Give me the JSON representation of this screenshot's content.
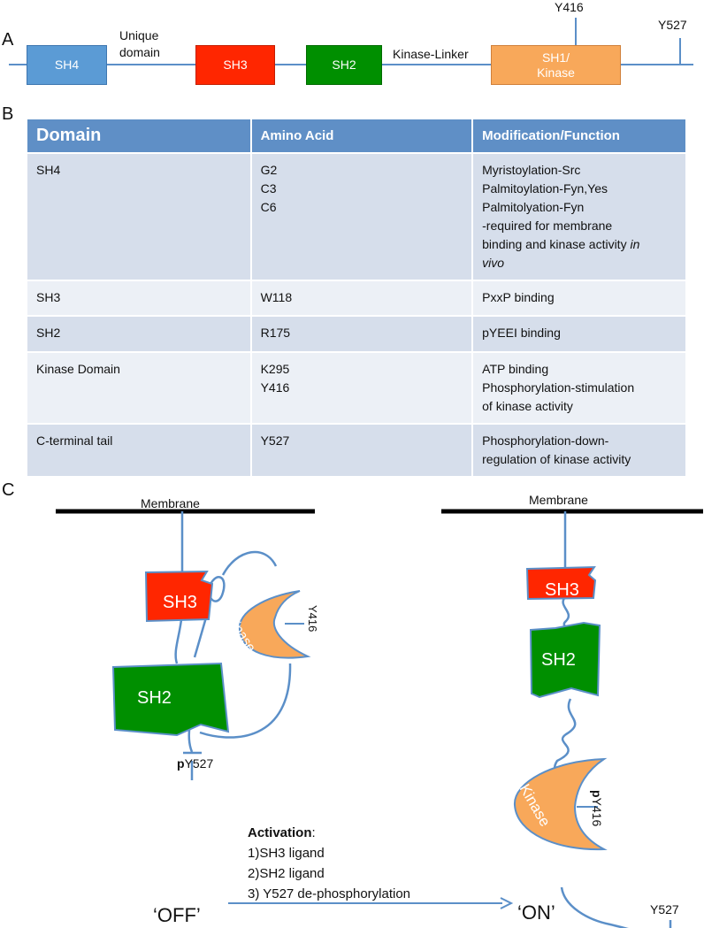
{
  "panel_a": {
    "letter": "A",
    "domains": {
      "sh4": "SH4",
      "sh3": "SH3",
      "sh2": "SH2",
      "sh1_l1": "SH1/",
      "sh1_l2": "Kinase"
    },
    "linker_labels": {
      "unique_l1": "Unique",
      "unique_l2": "domain",
      "kinase_linker": "Kinase-Linker"
    },
    "sites": {
      "y416": "Y416",
      "y527": "Y527"
    }
  },
  "panel_b": {
    "letter": "B",
    "headers": [
      "Domain",
      "Amino Acid",
      "Modification/Function"
    ],
    "rows": [
      {
        "domain": "SH4",
        "amino_acids": [
          "G2",
          "C3",
          "C6"
        ],
        "functions": [
          "Myristoylation-Src",
          "Palmitoylation-Fyn,Yes",
          "Palmitolyation-Fyn",
          "-required for membrane",
          "binding and kinase activity",
          "in",
          "vivo"
        ]
      },
      {
        "domain": "SH3",
        "amino_acids": [
          "W118"
        ],
        "functions": [
          "PxxP binding"
        ]
      },
      {
        "domain": "SH2",
        "amino_acids": [
          "R175"
        ],
        "functions": [
          "pYEEI binding"
        ]
      },
      {
        "domain": "Kinase Domain",
        "amino_acids": [
          "K295",
          "Y416"
        ],
        "functions": [
          "ATP binding",
          "Phosphorylation-stimulation",
          "of kinase activity"
        ]
      },
      {
        "domain": "C-terminal tail",
        "amino_acids": [
          "Y527"
        ],
        "functions": [
          "Phosphorylation-down-",
          "regulation of kinase activity"
        ]
      }
    ]
  },
  "panel_c": {
    "letter": "C",
    "off": {
      "membrane": "Membrane",
      "sh3": "SH3",
      "sh2": "SH2",
      "kinase": "Kinase",
      "y416": "Y416",
      "p": "p",
      "y527": "Y527",
      "state": "‘OFF’"
    },
    "on": {
      "membrane": "Membrane",
      "sh3": "SH3",
      "sh2": "SH2",
      "kinase": "Kinase",
      "p": "p",
      "y416": "Y416",
      "y527": "Y527",
      "state": "‘ON’"
    },
    "activation": {
      "title": "Activation",
      "colon": ":",
      "steps": [
        "1)SH3 ligand",
        "2)SH2 ligand",
        "3) Y527 de-phosphorylation"
      ]
    }
  },
  "colors": {
    "sh4": "#5b9bd5",
    "sh3": "#ff2600",
    "sh2": "#008f00",
    "kinase": "#f8a85a",
    "line": "#5b8fc8"
  }
}
